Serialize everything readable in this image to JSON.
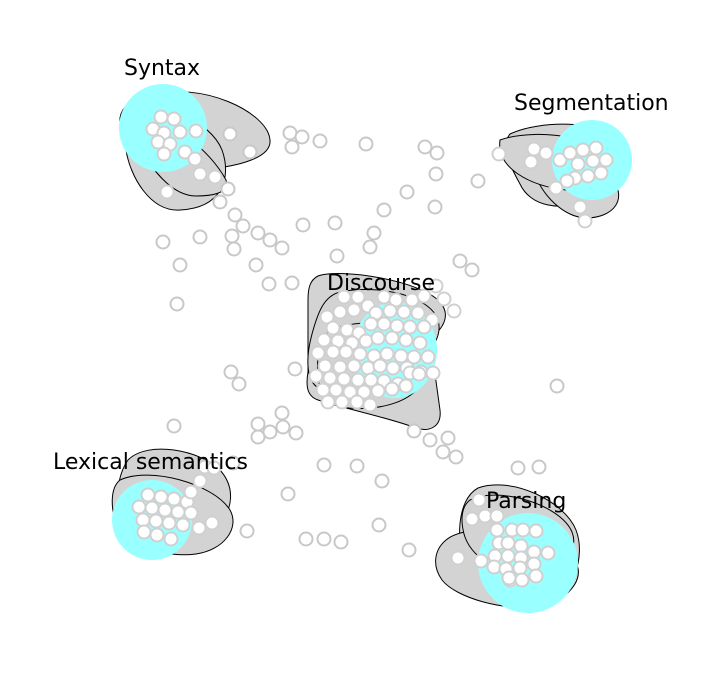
{
  "colors": {
    "background": "#ffffff",
    "hull_fill": "#d3d3d3",
    "focus_fill": "#99ffff",
    "node_fill_scattered": "#ffffff",
    "node_stroke_scattered": "#c8c8c8",
    "node_stroke_clustered": "#d0d0d0",
    "hull_stroke": "#000000"
  },
  "clusters": [
    {
      "id": "syntax",
      "label": "Syntax"
    },
    {
      "id": "segmentation",
      "label": "Segmentation"
    },
    {
      "id": "discourse",
      "label": "Discourse"
    },
    {
      "id": "lexical-semantics",
      "label": "Lexical semantics"
    },
    {
      "id": "parsing",
      "label": "Parsing"
    }
  ]
}
